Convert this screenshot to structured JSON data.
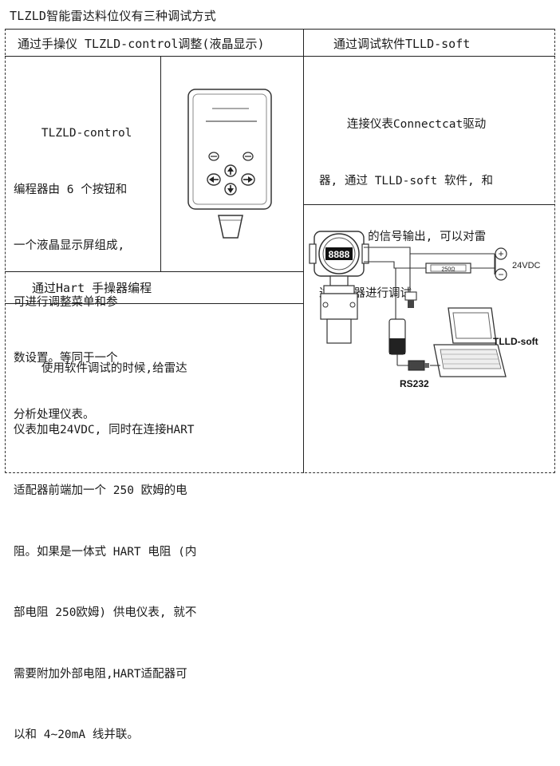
{
  "doc": {
    "title": "TLZLD智能雷达料位仪有三种调试方式",
    "sections": {
      "control": {
        "header": "通过手操仪 TLZLD-control调整(液晶显示)",
        "lines": [
          "    TLZLD-control",
          "编程器由 6 个按钮和",
          "一个液晶显示屏组成,",
          "可进行调整菜单和参",
          "数设置。等同于一个",
          "分析处理仪表。"
        ]
      },
      "soft": {
        "header": "通过调试软件TLLD-soft",
        "lines": [
          "    连接仪表Connectcat驱动",
          "器, 通过 TLLD-soft 软件, 和",
          "4~20mA 的信号输出, 可以对雷",
          "达传感器进行调试。"
        ]
      },
      "hart": {
        "header": "通过Hart 手操器编程",
        "lines": [
          "    使用软件调试的时候,给雷达",
          "仪表加电24VDC, 同时在连接HART",
          "适配器前端加一个 250 欧姆的电",
          "阻。如果是一体式 HART 电阻 (内",
          "部电阻 250欧姆) 供电仪表, 就不",
          "需要附加外部电阻,HART适配器可",
          "以和 4~20mA 线并联。"
        ]
      }
    },
    "diagram": {
      "display_reading": "8888",
      "resistor_label": "250Ω",
      "supply_label": "24VDC",
      "plus_symbol": "+",
      "minus_symbol": "−",
      "laptop_label": "TLLD-soft",
      "adapter_label": "RS232"
    }
  }
}
